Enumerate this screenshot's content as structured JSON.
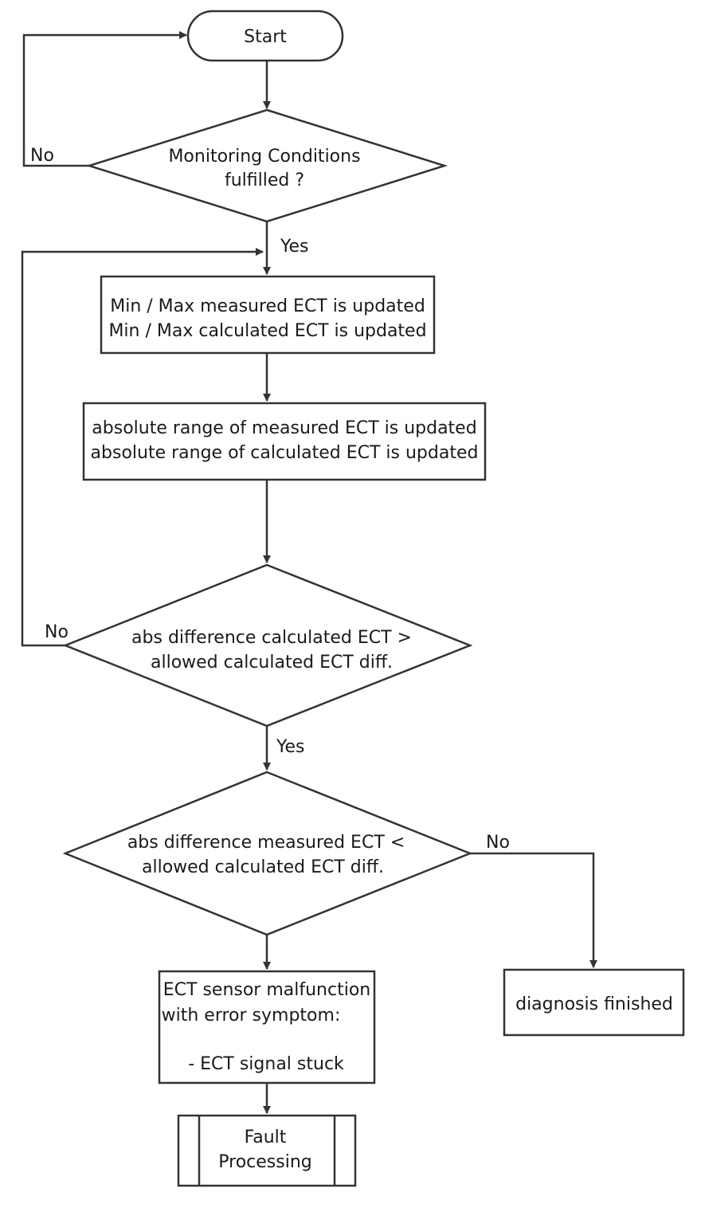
{
  "start": {
    "label": "Start"
  },
  "decision_monitoring": {
    "line1": "Monitoring Conditions",
    "line2": "fulfilled ?",
    "no_label": "No",
    "yes_label": "Yes"
  },
  "process_minmax": {
    "line1": "Min / Max measured ECT is updated",
    "line2": "Min / Max calculated ECT is updated"
  },
  "process_range": {
    "line1": "absolute range of measured ECT is updated",
    "line2": "absolute range of calculated ECT is updated"
  },
  "decision_calc_diff": {
    "line1": "abs difference calculated ECT >",
    "line2": "allowed calculated ECT diff.",
    "no_label": "No",
    "yes_label": "Yes"
  },
  "decision_meas_diff": {
    "line1": "abs difference measured ECT <",
    "line2": "allowed calculated ECT diff.",
    "no_label": "No"
  },
  "process_malfunction": {
    "line1": "ECT sensor malfunction",
    "line2": "with error symptom:",
    "line3": "- ECT signal stuck"
  },
  "process_finished": {
    "label": "diagnosis finished"
  },
  "subprocess_fault": {
    "line1": "Fault",
    "line2": "Processing"
  }
}
